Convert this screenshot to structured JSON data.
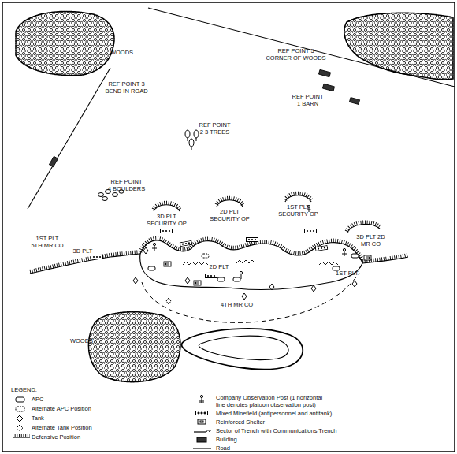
{
  "diagram": {
    "labels": [
      "WOODS",
      "REF POINT 3 BEND IN ROAD",
      "REF POINT 5 CORNER OF WOODS",
      "REF POINT 1 BARN",
      "REF POINT 2 3 TREES",
      "REF POINT 4 BOULDERS",
      "3D PLT SECURITY OP",
      "2D PLT SECURITY OP",
      "1ST PLT SECURITY OP",
      "1ST PLT 5TH MR CO",
      "3D PLT",
      "2D PLT",
      "1ST PLT",
      "3D PLT 2D MR CO",
      "4TH MR CO",
      "WOODS",
      "LEGEND:"
    ],
    "legend": [
      {
        "text": "APC"
      },
      {
        "text": "Alternate APC Position"
      },
      {
        "text": "Tank"
      },
      {
        "text": "Alternate Tank Position"
      },
      {
        "text": "Defensive Position"
      },
      {
        "text": "Company Observation Post (1 horizontal line denotes platoon observation post)"
      },
      {
        "text": "Mixed Minefield (antipersonnel and antitank)"
      },
      {
        "text": "Reinforced Shelter"
      },
      {
        "text": "Sector of Trench with Communications Trench"
      },
      {
        "text": "Building"
      },
      {
        "text": "Road"
      }
    ]
  }
}
